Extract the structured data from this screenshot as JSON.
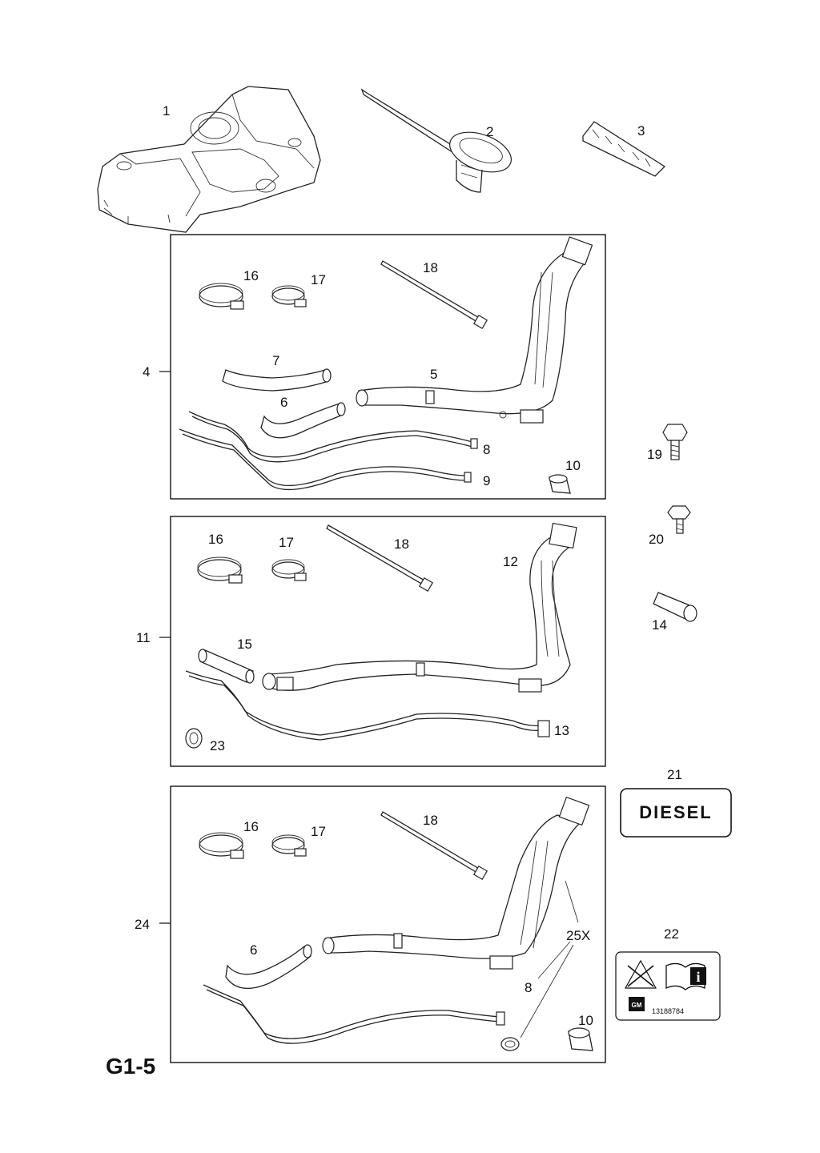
{
  "page_code": "G1-5",
  "groups": [
    {
      "id": "4",
      "label": "4"
    },
    {
      "id": "11",
      "label": "11"
    },
    {
      "id": "24",
      "label": "24"
    }
  ],
  "callouts": {
    "c1": "1",
    "c2": "2",
    "c3": "3",
    "c16a": "16",
    "c17a": "17",
    "c18a": "18",
    "c7": "7",
    "c5": "5",
    "c6a": "6",
    "c8a": "8",
    "c9": "9",
    "c10a": "10",
    "c19": "19",
    "c20": "20",
    "c14": "14",
    "c16b": "16",
    "c17b": "17",
    "c18b": "18",
    "c12": "12",
    "c15": "15",
    "c13": "13",
    "c23": "23",
    "c21": "21",
    "c22": "22",
    "c16c": "16",
    "c17c": "17",
    "c18c": "18",
    "c25x": "25X",
    "c6b": "6",
    "c8b": "8",
    "c10b": "10"
  },
  "decal_diesel": "DIESEL",
  "label_22_code": "13188784",
  "label_22_logo": "GM"
}
